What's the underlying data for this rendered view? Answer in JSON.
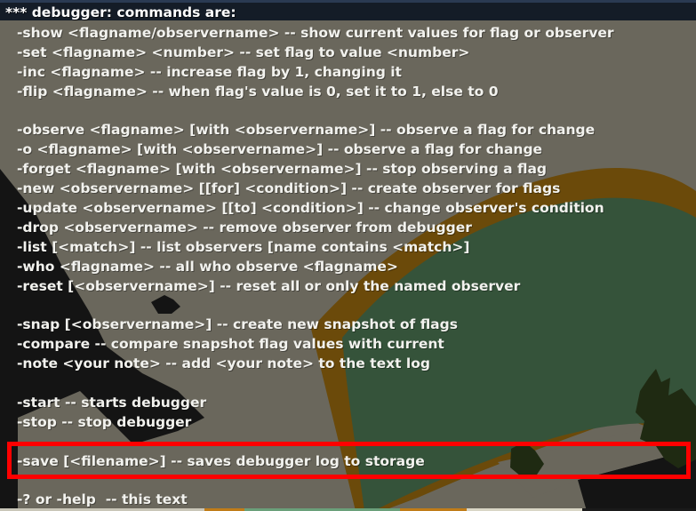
{
  "console": {
    "title": "*** debugger: commands are:",
    "lines": [
      "-show <flagname/observername> -- show current values for flag or observer",
      "-set <flagname> <number> -- set flag to value <number>",
      "-inc <flagname> -- increase flag by 1, changing it",
      "-flip <flagname> -- when flag's value is 0, set it to 1, else to 0",
      "",
      "-observe <flagname> [with <observername>] -- observe a flag for change",
      "-o <flagname> [with <observername>] -- observe a flag for change",
      "-forget <flagname> [with <observername>] -- stop observing a flag",
      "-new <observername> [[for] <condition>] -- create observer for flags",
      "-update <observername> [[to] <condition>] -- change observer's condition",
      "-drop <observername> -- remove observer from debugger",
      "-list [<match>] -- list observers [name contains <match>]",
      "-who <flagname> -- all who observe <flagname>",
      "-reset [<observername>] -- reset all or only the named observer",
      "",
      "-snap [<observername>] -- create new snapshot of flags",
      "-compare -- compare snapshot flag values with current",
      "-note <your note> -- add <your note> to the text log",
      "",
      "-start -- starts debugger",
      "-stop -- stop debugger",
      "",
      "-save [<filename>] -- saves debugger log to storage",
      "",
      "-? or -help  -- this text"
    ],
    "highlighted_line_index": 22
  },
  "colors": {
    "header_bg": "#141c27",
    "panel_tint": "#6a675c",
    "text": "#f2f2ee",
    "highlight": "#ff0000",
    "grass": "#35533a",
    "dirt_path": "#6b4a0a",
    "dark_ground": "#141414",
    "tree": "#1f2a12"
  }
}
